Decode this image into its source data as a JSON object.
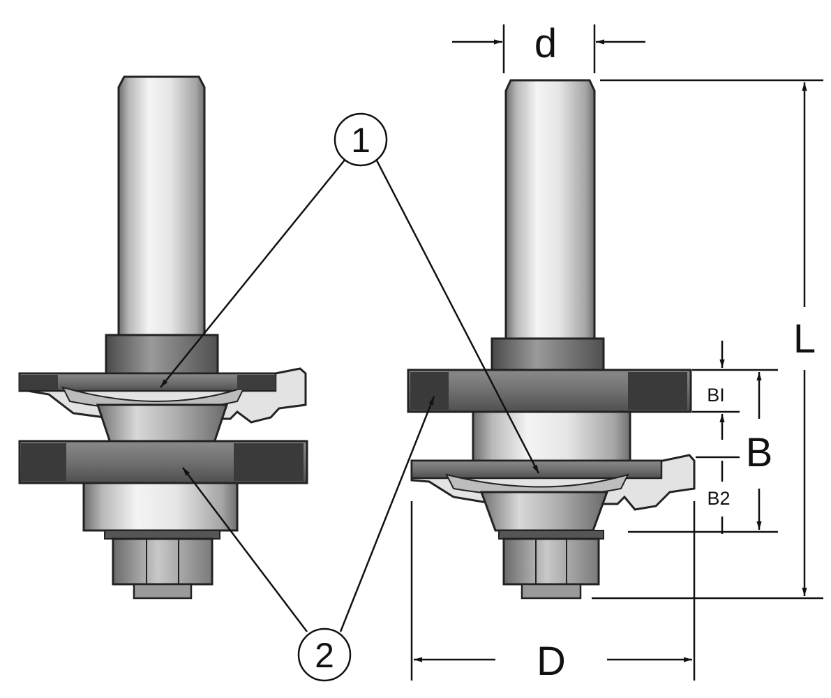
{
  "labels": {
    "d": "d",
    "L": "L",
    "D": "D",
    "B": "B",
    "B1": "BI",
    "B2": "B2",
    "callout_1": "1",
    "callout_2": "2"
  }
}
